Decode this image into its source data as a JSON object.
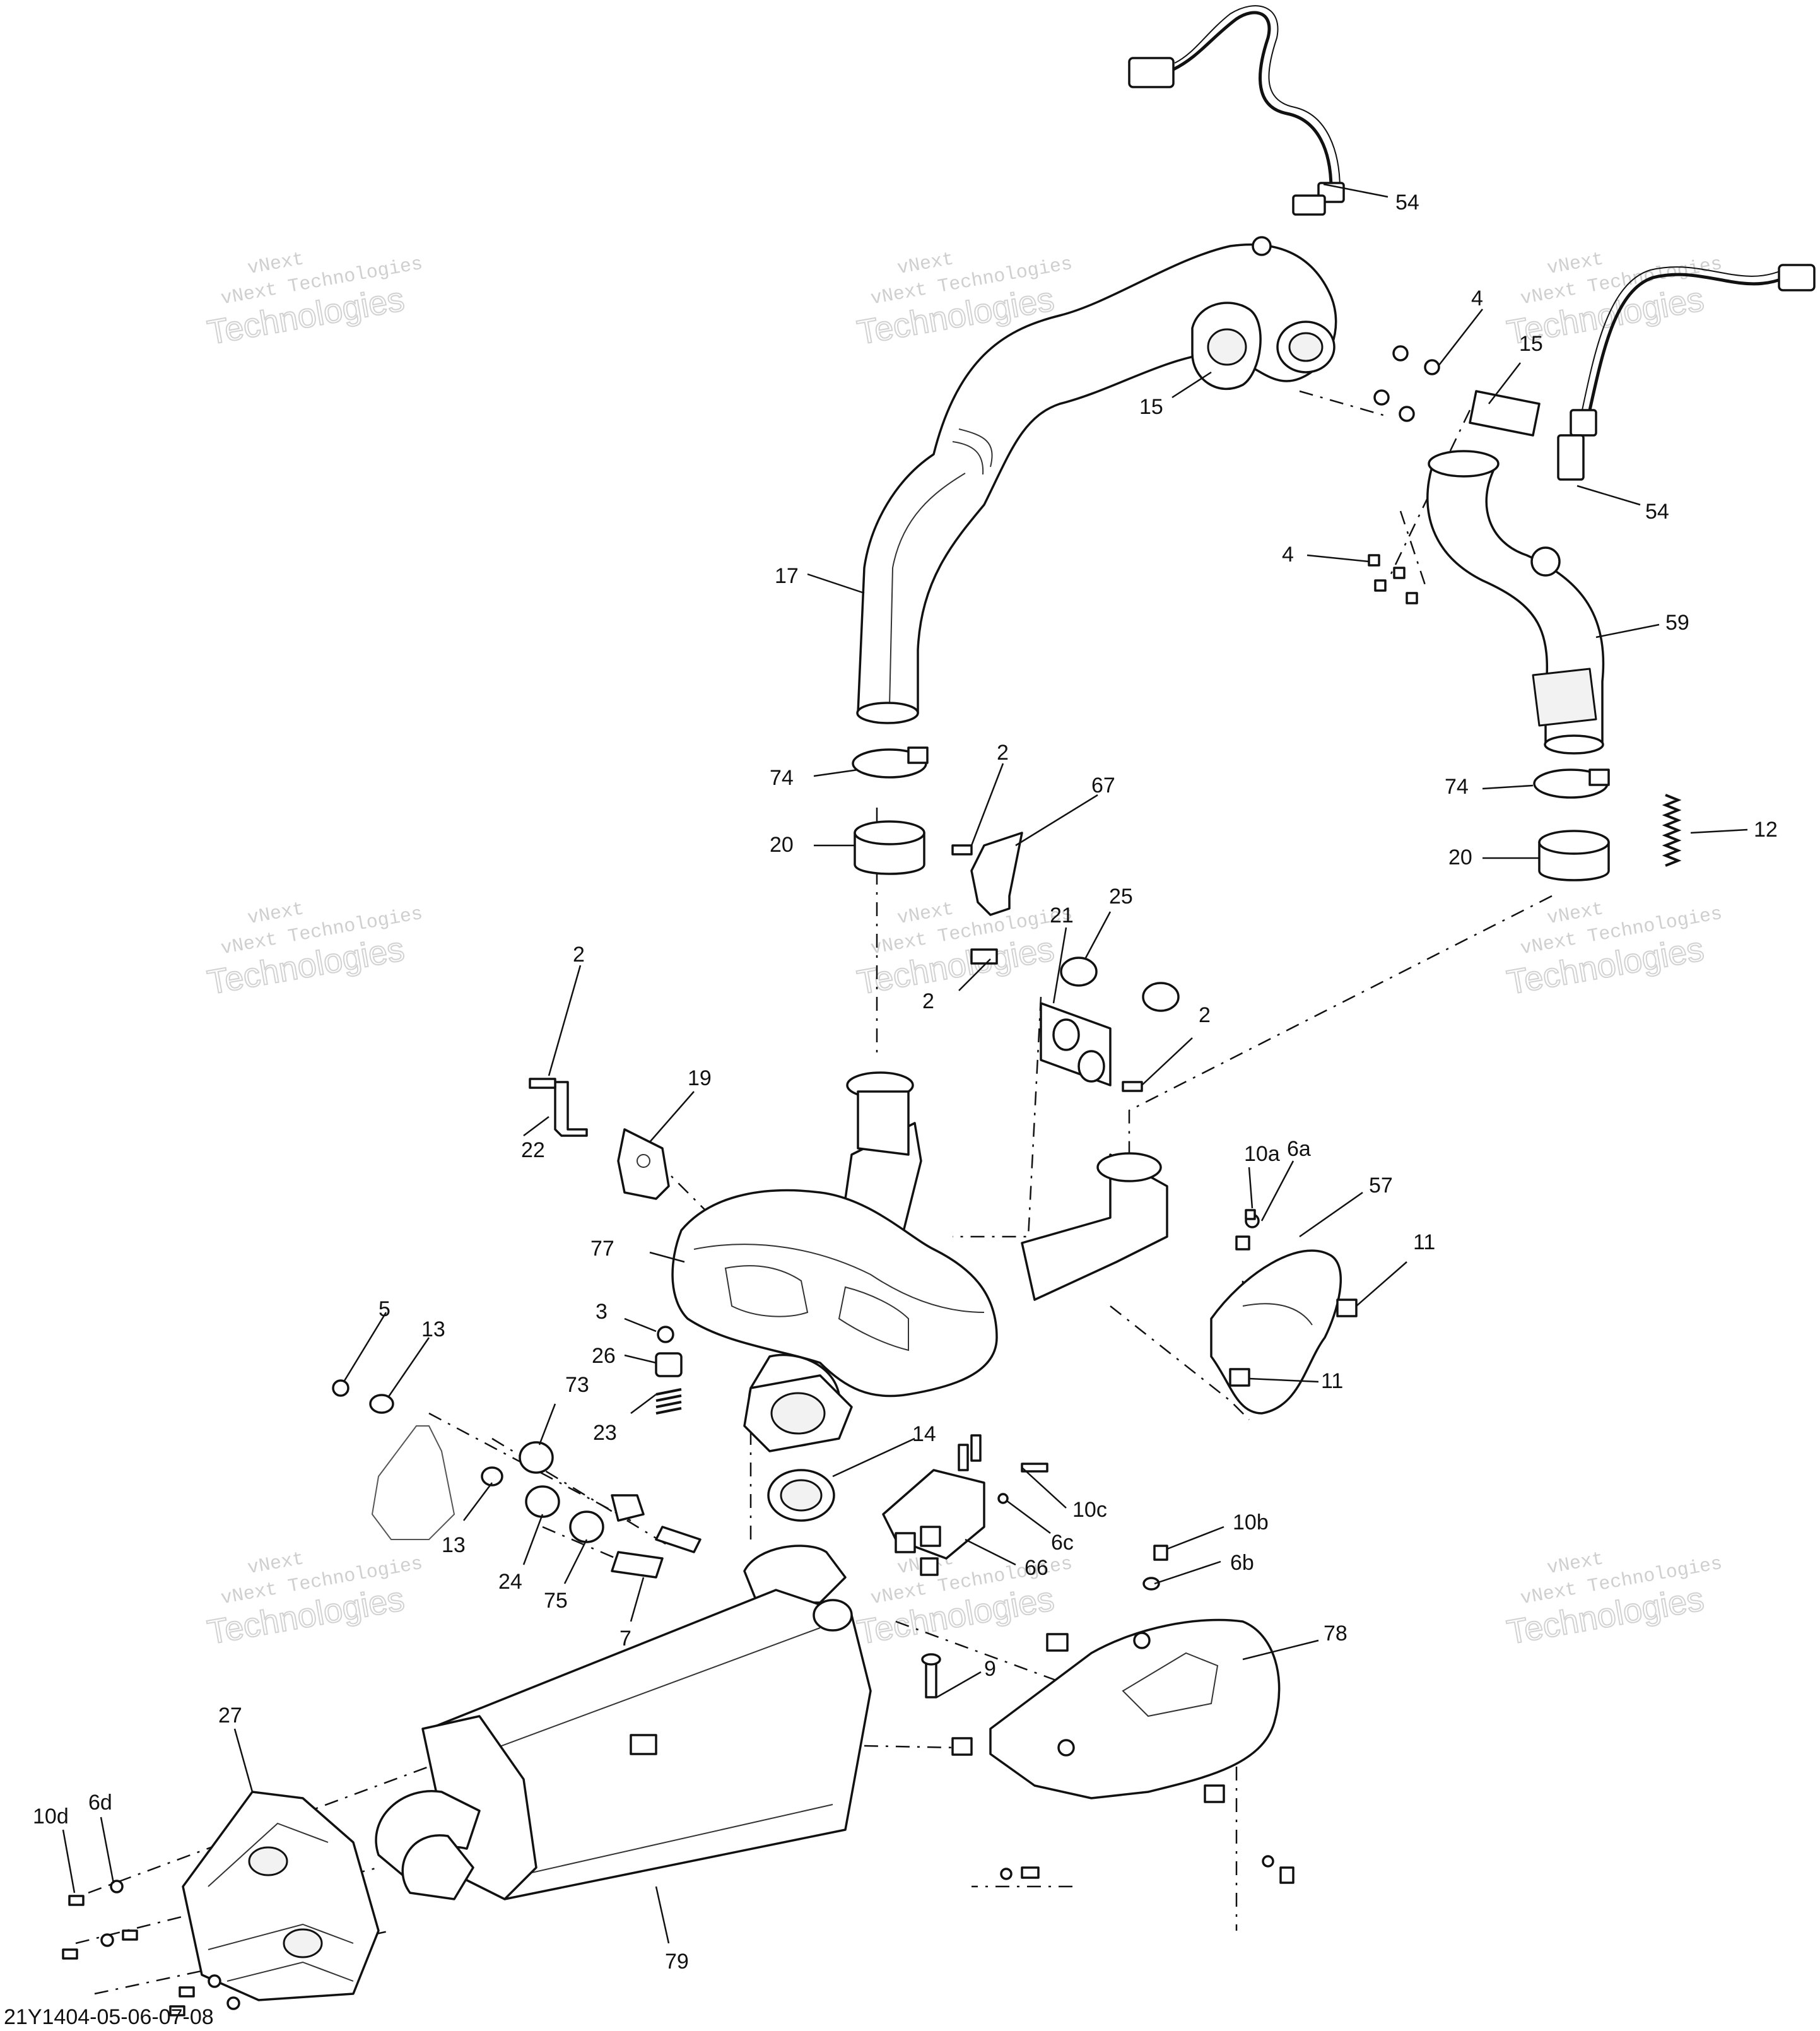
{
  "watermark": {
    "line1": "vNext",
    "line2": "vNext Technologies",
    "line3": "Technologies"
  },
  "footer": {
    "code": "21Y1404-05-06-07-08"
  },
  "callouts": {
    "c54a": "54",
    "c54b": "54",
    "c4a": "4",
    "c4b": "4",
    "c15a": "15",
    "c15b": "15",
    "c17": "17",
    "c59": "59",
    "c74a": "74",
    "c74b": "74",
    "c20a": "20",
    "c20b": "20",
    "c12": "12",
    "c67": "67",
    "c2a": "2",
    "c2b": "2",
    "c2c": "2",
    "c2d": "2",
    "c21": "21",
    "c25": "25",
    "c19": "19",
    "c22": "22",
    "c10a": "10a",
    "c6a": "6a",
    "c57": "57",
    "c11a": "11",
    "c11b": "11",
    "c77": "77",
    "c3": "3",
    "c26": "26",
    "c23": "23",
    "c5": "5",
    "c13a": "13",
    "c13b": "13",
    "c73": "73",
    "c24": "24",
    "c75": "75",
    "c7": "7",
    "c14": "14",
    "c10c": "10c",
    "c6c": "6c",
    "c66": "66",
    "c10b": "10b",
    "c6b": "6b",
    "c78": "78",
    "c9": "9",
    "c27": "27",
    "c10d": "10d",
    "c6d": "6d",
    "c79": "79"
  }
}
